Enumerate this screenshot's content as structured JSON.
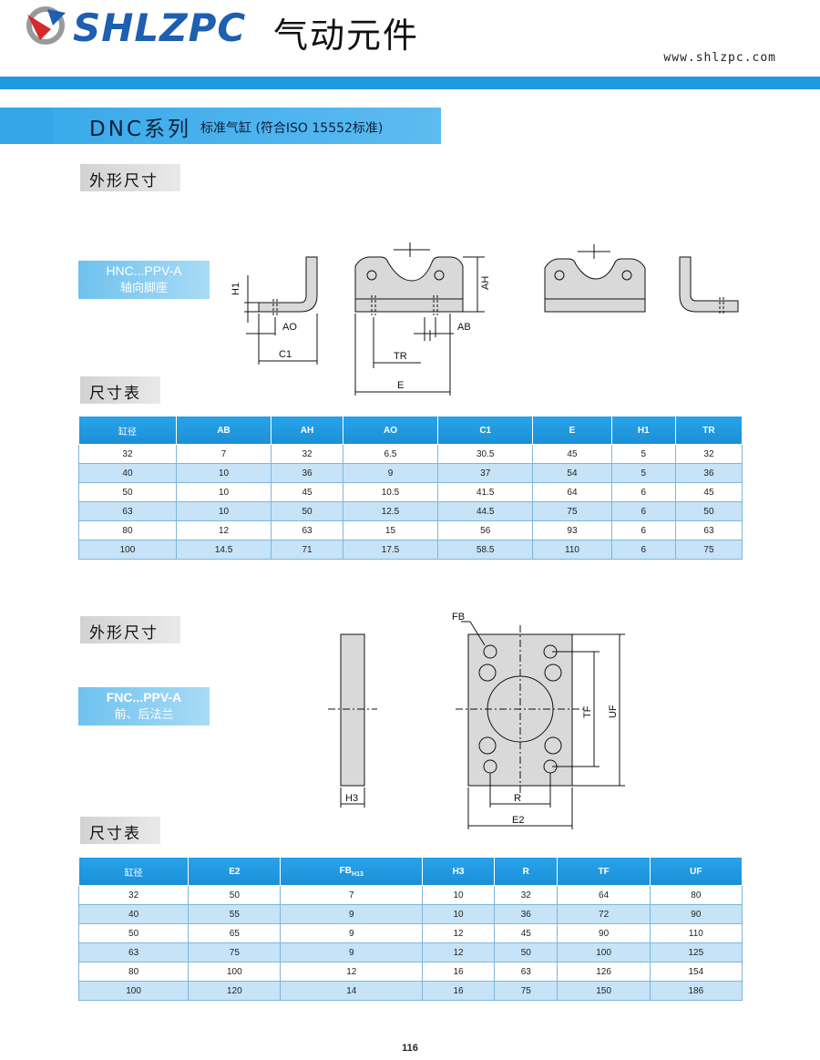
{
  "header": {
    "brand": "SHLZPC",
    "brand_cn": "气动元件",
    "website": "www.shlzpc.com"
  },
  "series": {
    "title": "DNC系列",
    "subtitle": "标准气缸 (符合ISO 15552标准)"
  },
  "section1": {
    "heading": "外形尺寸",
    "model_code": "HNC...PPV-A",
    "model_name": "轴向脚座",
    "dims": {
      "H1": "H1",
      "AO": "AO",
      "C1": "C1",
      "TR": "TR",
      "E": "E",
      "AH": "AH",
      "AB": "AB"
    },
    "table_heading": "尺寸表",
    "table": {
      "headers": [
        "缸径",
        "AB",
        "AH",
        "AO",
        "C1",
        "E",
        "H1",
        "TR"
      ],
      "rows": [
        [
          "32",
          "7",
          "32",
          "6.5",
          "30.5",
          "45",
          "5",
          "32"
        ],
        [
          "40",
          "10",
          "36",
          "9",
          "37",
          "54",
          "5",
          "36"
        ],
        [
          "50",
          "10",
          "45",
          "10.5",
          "41.5",
          "64",
          "6",
          "45"
        ],
        [
          "63",
          "10",
          "50",
          "12.5",
          "44.5",
          "75",
          "6",
          "50"
        ],
        [
          "80",
          "12",
          "63",
          "15",
          "56",
          "93",
          "6",
          "63"
        ],
        [
          "100",
          "14.5",
          "71",
          "17.5",
          "58.5",
          "110",
          "6",
          "75"
        ]
      ]
    }
  },
  "section2": {
    "heading": "外形尺寸",
    "model_code": "FNC...PPV-A",
    "model_name": "前、后法兰",
    "dims": {
      "FB": "FB",
      "H3": "H3",
      "R": "R",
      "E2": "E2",
      "TF": "TF",
      "UF": "UF"
    },
    "table_heading": "尺寸表",
    "table": {
      "headers": [
        "缸径",
        "E2",
        "FB",
        "H3",
        "R",
        "TF",
        "UF"
      ],
      "fb_sub": "H13",
      "rows": [
        [
          "32",
          "50",
          "7",
          "10",
          "32",
          "64",
          "80"
        ],
        [
          "40",
          "55",
          "9",
          "10",
          "36",
          "72",
          "90"
        ],
        [
          "50",
          "65",
          "9",
          "12",
          "45",
          "90",
          "110"
        ],
        [
          "63",
          "75",
          "9",
          "12",
          "50",
          "100",
          "125"
        ],
        [
          "80",
          "100",
          "12",
          "16",
          "63",
          "126",
          "154"
        ],
        [
          "100",
          "120",
          "14",
          "16",
          "75",
          "150",
          "186"
        ]
      ]
    }
  },
  "page_number": "116"
}
